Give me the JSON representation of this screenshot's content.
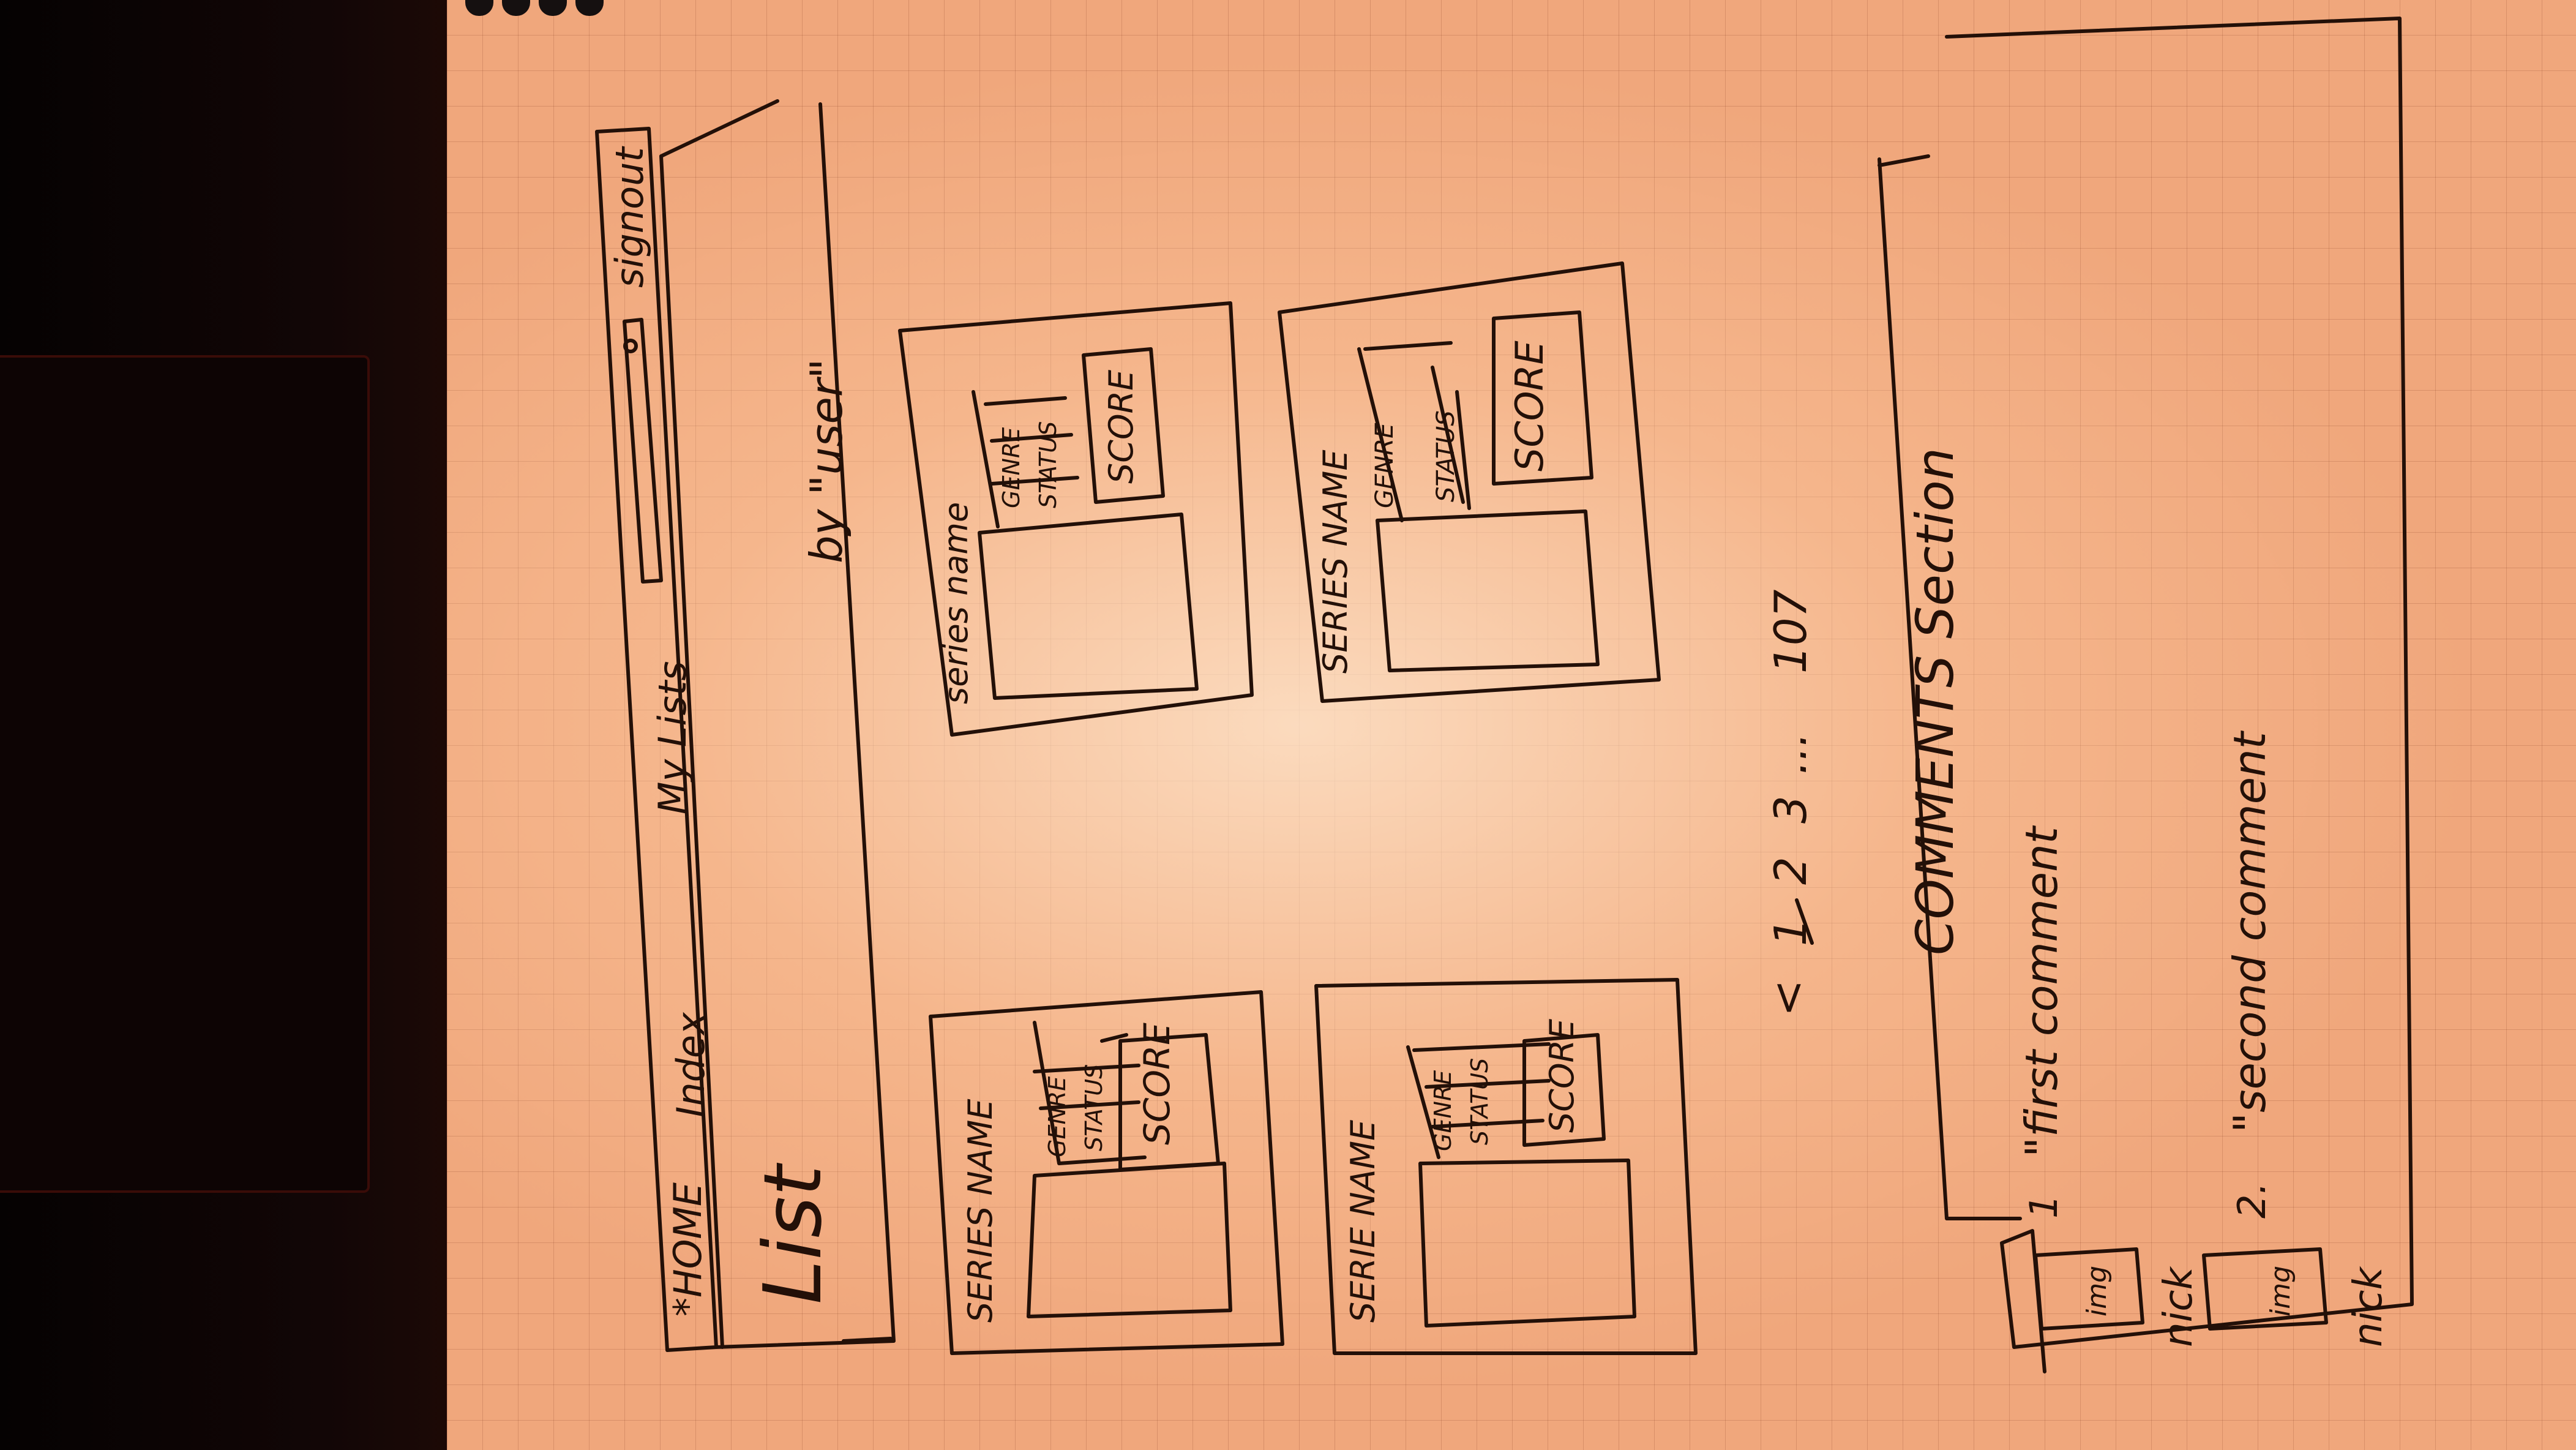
{
  "nav": {
    "home_label": "*HOME",
    "index_label": "Index",
    "my_lists_label": "My Lists",
    "sign_out_label": "signout"
  },
  "search": {
    "placeholder": ""
  },
  "header": {
    "title": "List",
    "byline": "by \"user\""
  },
  "cards": [
    {
      "name": "SERIES NAME",
      "genre_label": "GENRE",
      "status_label": "STATUS",
      "score_label": "SCORE"
    },
    {
      "name": "series name",
      "genre_label": "GENRE",
      "status_label": "STATUS",
      "score_label": "SCORE"
    },
    {
      "name": "SERIE NAME",
      "genre_label": "GENRE",
      "status_label": "STATUS",
      "score_label": "SCORE"
    },
    {
      "name": "SERIES NAME",
      "genre_label": "GENRE",
      "status_label": "STATUS",
      "score_label": "SCORE"
    }
  ],
  "pagination": {
    "prev": "<",
    "page_1": "1",
    "page_2": "2",
    "page_3": "3",
    "ellipsis": "...",
    "last": "107"
  },
  "comments": {
    "section_title": "COMMENTS Section",
    "items": [
      {
        "number": "1",
        "text": "\"first comment",
        "nick": "nick",
        "img_label": "img"
      },
      {
        "number": "2.",
        "text": "\"second comment",
        "nick": "nick",
        "img_label": "img"
      }
    ]
  },
  "colors": {
    "paper": "#f0a77c",
    "ink": "#231008",
    "grid": "#b26a46"
  }
}
